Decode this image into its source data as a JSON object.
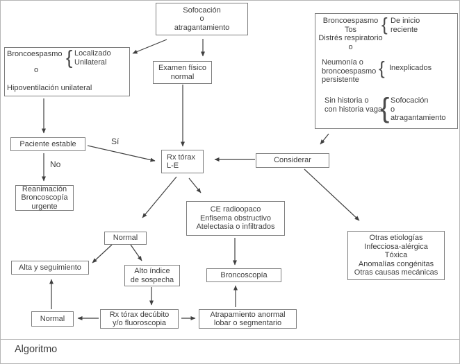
{
  "caption": "Algoritmo",
  "colors": {
    "background": "#ffffff",
    "box_border": "#7d7d7d",
    "text": "#3c3c3c",
    "arrow": "#3f3f3f",
    "frame_border": "#b5b5b5"
  },
  "labels": {
    "yes": "Sí",
    "no": "No"
  },
  "nodes": {
    "sofocacion": {
      "lines": [
        "Sofocación",
        "o",
        "atragantamiento"
      ]
    },
    "broncoespasmo_left": {
      "main": "Broncoespasmo",
      "brace": "{",
      "brace_lines": [
        "Localizado",
        "Unilateral"
      ],
      "mid": "o",
      "bottom": "Hipoventilación unilateral"
    },
    "examen": {
      "lines": [
        "Examen físico",
        "normal"
      ]
    },
    "criterios_box": {
      "groups": [
        {
          "left": [
            "Broncoespasmo",
            "Tos",
            "Distrés respiratorio",
            "o"
          ],
          "brace": "{",
          "right": [
            "De inicio",
            "reciente"
          ]
        },
        {
          "left": [
            "Neumonía o",
            "broncoespasmo",
            "persistente"
          ],
          "brace": "{",
          "right": [
            "Inexplicados"
          ]
        },
        {
          "left": [
            "Sin historia o",
            "con historia vaga"
          ],
          "brace": "{",
          "right": [
            "Sofocación",
            "o",
            "atragantamiento"
          ]
        }
      ]
    },
    "paciente_estable": {
      "lines": [
        "Paciente estable"
      ]
    },
    "rx_torax": {
      "lines": [
        "Rx tórax",
        "L-E"
      ]
    },
    "considerar": {
      "lines": [
        "Considerar"
      ]
    },
    "reanimacion": {
      "lines": [
        "Reanimación",
        "Broncoscopía",
        "urgente"
      ]
    },
    "ce_hallazgos": {
      "lines": [
        "CE radioopaco",
        "Enfisema obstructivo",
        "Atelectasia o infiltrados"
      ]
    },
    "normal_mid": {
      "lines": [
        "Normal"
      ]
    },
    "alta": {
      "lines": [
        "Alta y seguimiento"
      ]
    },
    "alto_indice": {
      "lines": [
        "Alto índice",
        "de sospecha"
      ]
    },
    "broncoscopia": {
      "lines": [
        "Broncoscopía"
      ]
    },
    "otras_etiologias": {
      "lines": [
        "Otras etiologías",
        "Infecciosa-alérgica",
        "Tóxica",
        "Anomalías congénitas",
        "Otras causas mecánicas"
      ]
    },
    "normal_bottom": {
      "lines": [
        "Normal"
      ]
    },
    "rx_decubito": {
      "lines": [
        "Rx tórax decúbito",
        "y/o fluoroscopia"
      ]
    },
    "atrapamiento": {
      "lines": [
        "Atrapamiento anormal",
        "lobar o segmentario"
      ]
    }
  }
}
